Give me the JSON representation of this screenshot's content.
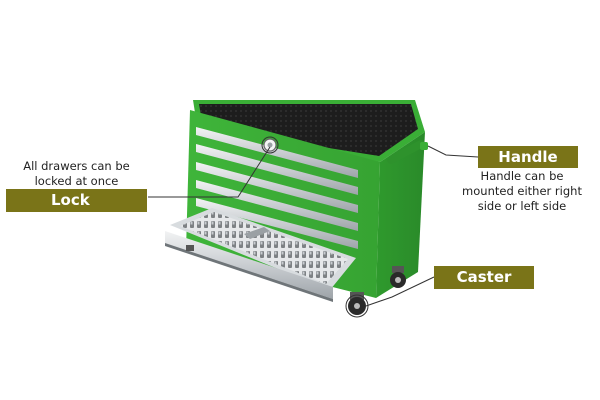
{
  "callouts": {
    "lock": {
      "label": "Lock",
      "caption_line1": "All drawers can be",
      "caption_line2": "locked at once"
    },
    "handle": {
      "label": "Handle",
      "caption_line1": "Handle can be",
      "caption_line2": "mounted either right",
      "caption_line3": "side or left side"
    },
    "caster": {
      "label": "Caster"
    }
  },
  "colors": {
    "cabinet_green": "#3fb53a",
    "cabinet_green_dark": "#2a8a2a",
    "label_olive": "#7a7418",
    "drawer_silver": "#cfd3d6",
    "mat_black": "#1d1d1d"
  },
  "icons": [
    "lock-icon",
    "handle-icon",
    "caster-icon"
  ]
}
